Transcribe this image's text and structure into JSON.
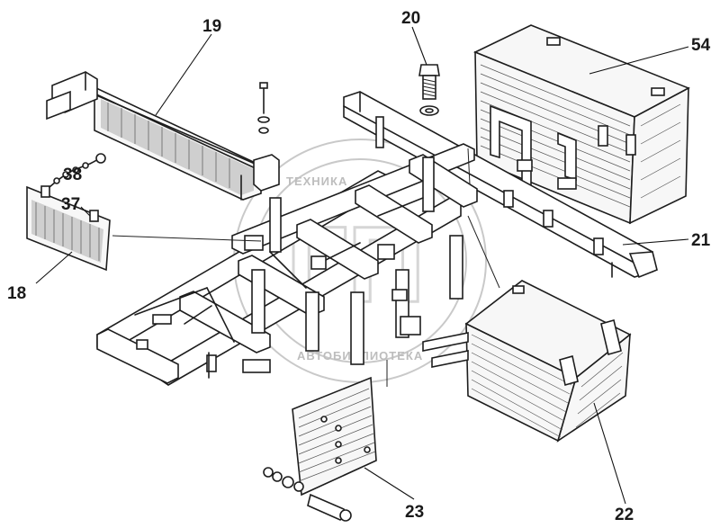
{
  "diagram": {
    "watermark": {
      "arc_text": "ТЕХНИКА",
      "arc_text_2": "АВТОБИБЛИОТЕКА",
      "monogram": "ГП"
    },
    "callouts": [
      {
        "id": "c19",
        "label": "19",
        "part": "mudguard-flap-strip"
      },
      {
        "id": "c20",
        "label": "20",
        "part": "bolt"
      },
      {
        "id": "c54",
        "label": "54",
        "part": "tool-box-upper"
      },
      {
        "id": "c38",
        "label": "38",
        "part": "chain"
      },
      {
        "id": "c37",
        "label": "37",
        "part": "bracket"
      },
      {
        "id": "c18",
        "label": "18",
        "part": "license-plate-flap"
      },
      {
        "id": "c21",
        "label": "21",
        "part": "side-rail"
      },
      {
        "id": "c22",
        "label": "22",
        "part": "battery-box"
      },
      {
        "id": "c23",
        "label": "23",
        "part": "mounting-plate"
      }
    ]
  }
}
